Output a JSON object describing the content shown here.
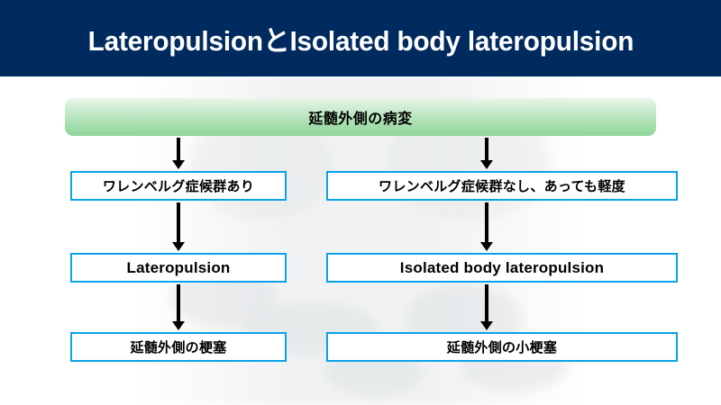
{
  "title": {
    "text": "LateropulsionとIsolated body lateropulsion",
    "bar_color": "#012a5e",
    "text_color": "#ffffff"
  },
  "theme": {
    "slide_background": "#ffffff",
    "box_border_color": "#0aa2e8",
    "box_fill_color": "#ffffff",
    "arrow_color": "#000000",
    "green_gradient_top": "#e9f6e9",
    "green_gradient_bottom": "#8ed59a"
  },
  "flowchart": {
    "root": {
      "label": "延髄外側の病変"
    },
    "branches": [
      {
        "side": "left",
        "steps": [
          {
            "label": "ワレンベルグ症候群あり",
            "script": "jp"
          },
          {
            "label": "Lateropulsion",
            "script": "en"
          },
          {
            "label": "延髄外側の梗塞",
            "script": "jp"
          }
        ]
      },
      {
        "side": "right",
        "steps": [
          {
            "label": "ワレンベルグ症候群なし、あっても軽度",
            "script": "jp"
          },
          {
            "label": "Isolated body lateropulsion",
            "script": "en"
          },
          {
            "label": "延髄外側の小梗塞",
            "script": "jp"
          }
        ]
      }
    ],
    "connectors": [
      {
        "from": "root",
        "to": "left-step-1",
        "icon": "down-arrow-icon"
      },
      {
        "from": "root",
        "to": "right-step-1",
        "icon": "down-arrow-icon"
      },
      {
        "from": "left-step-1",
        "to": "left-step-2",
        "icon": "down-arrow-icon"
      },
      {
        "from": "right-step-1",
        "to": "right-step-2",
        "icon": "down-arrow-icon"
      },
      {
        "from": "left-step-2",
        "to": "left-step-3",
        "icon": "down-arrow-icon"
      },
      {
        "from": "right-step-2",
        "to": "right-step-3",
        "icon": "down-arrow-icon"
      }
    ]
  }
}
